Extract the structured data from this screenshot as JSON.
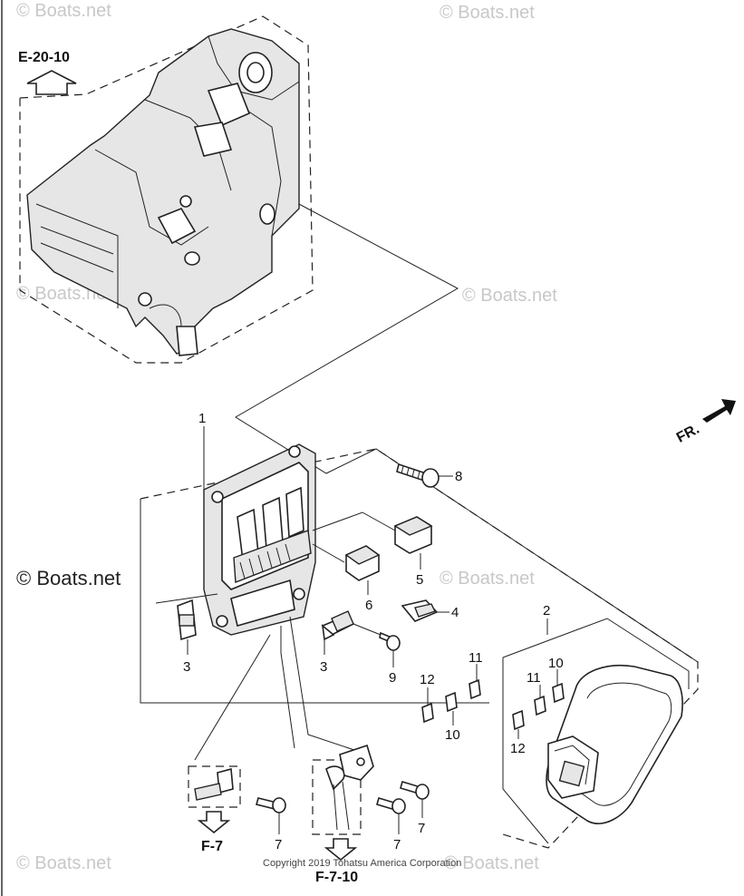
{
  "watermarks": {
    "top_left": "© Boats.net",
    "top_right": "© Boats.net",
    "mid_left": "© Boats.net",
    "mid_right": "© Boats.net",
    "center_left": "© Boats.net",
    "center_right": "© Boats.net",
    "bottom_left": "© Boats.net",
    "bottom_right": "© Boats.net"
  },
  "references": {
    "top": "E-20-10",
    "bottom_left": "F-7",
    "bottom_center": "F-7-10"
  },
  "direction_label": "FR.",
  "copyright": "Copyright 2019 Tohatsu America Corporation",
  "callouts": {
    "c1": "1",
    "c2": "2",
    "c3a": "3",
    "c3b": "3",
    "c4": "4",
    "c5": "5",
    "c6": "6",
    "c7a": "7",
    "c7b": "7",
    "c7c": "7",
    "c8": "8",
    "c9": "9",
    "c10a": "10",
    "c10b": "10",
    "c11a": "11",
    "c11b": "11",
    "c12a": "12",
    "c12b": "12"
  }
}
